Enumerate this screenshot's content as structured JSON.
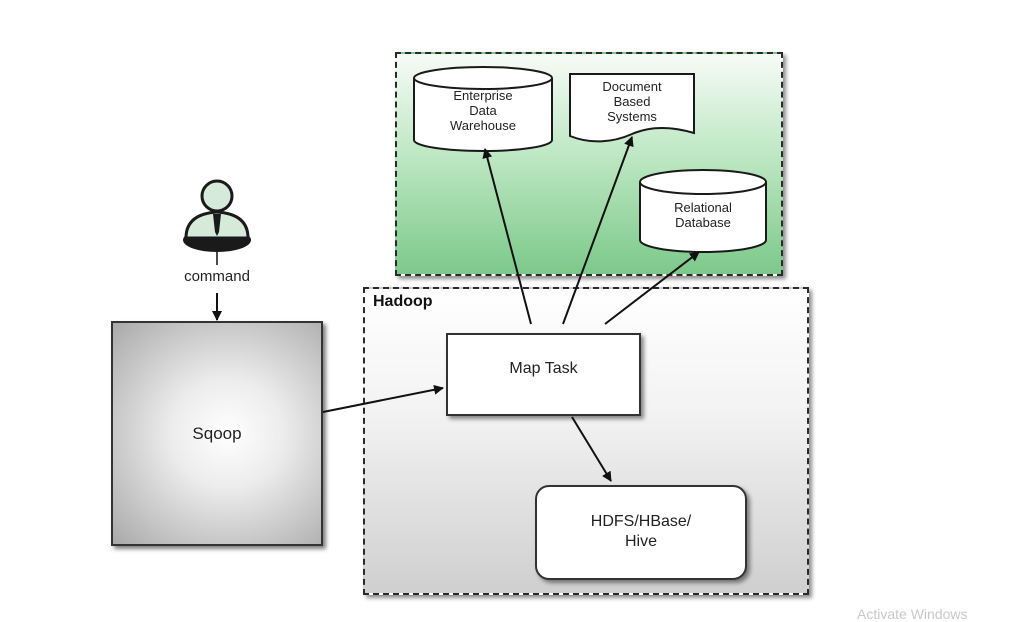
{
  "diagram": {
    "user": {
      "label": "command"
    },
    "sqoop": {
      "label": "Sqoop"
    },
    "hadoop": {
      "title": "Hadoop",
      "map_task": "Map Task",
      "storage_line1": "HDFS/HBase/",
      "storage_line2": "Hive"
    },
    "targets": {
      "edw": {
        "line1": "Enterprise",
        "line2": "Data",
        "line3": "Warehouse"
      },
      "document": {
        "line1": "Document",
        "line2": "Based",
        "line3": "Systems"
      },
      "relational": {
        "line1": "Relational",
        "line2": "Database"
      }
    },
    "edges": [
      "user → Sqoop",
      "Sqoop → Map Task",
      "Map Task → Enterprise Data Warehouse",
      "Map Task → Document Based Systems",
      "Map Task → Relational Database",
      "Map Task → HDFS/HBase/Hive"
    ]
  },
  "watermark": "Activate Windows",
  "colors": {
    "target_zone_green": "#7cc98a",
    "user_icon": "#d6ead9",
    "outline": "#2a2a2a"
  }
}
